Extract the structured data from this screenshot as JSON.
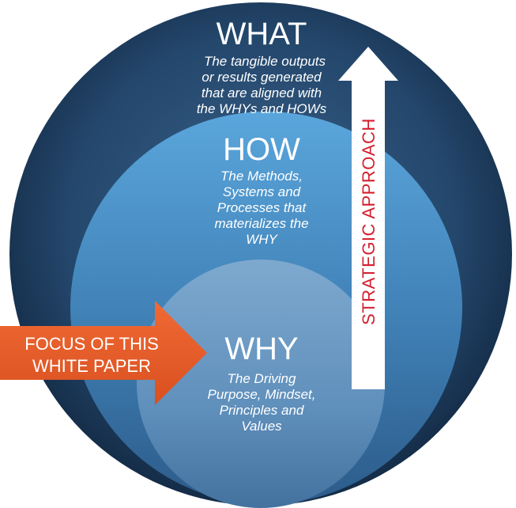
{
  "what": {
    "title": "WHAT",
    "lines": [
      "The tangible outputs",
      "or results generated",
      "that are aligned with",
      "the WHYs and HOWs"
    ]
  },
  "how": {
    "title": "HOW",
    "lines": [
      "The Methods,",
      "Systems and",
      "Processes that",
      "materializes the",
      "WHY"
    ]
  },
  "why": {
    "title": "WHY",
    "lines": [
      "The Driving",
      "Purpose, Mindset,",
      "Principles and",
      "Values"
    ]
  },
  "focus_arrow": {
    "lines": [
      "FOCUS OF THIS",
      "WHITE PAPER"
    ],
    "color": "#e8592a"
  },
  "strategic_arrow": {
    "label": "STRATEGIC APPROACH",
    "label_color": "#d41f2e"
  },
  "colors": {
    "outer": "#1f3d5c",
    "middle": "#3f83b8",
    "inner": "#6f9cc4"
  }
}
